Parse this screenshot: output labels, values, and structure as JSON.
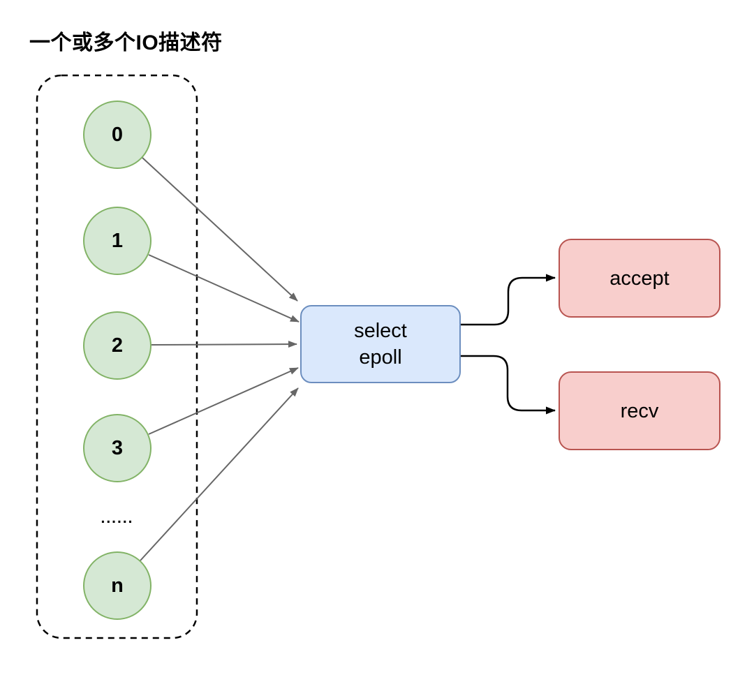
{
  "title": "一个或多个IO描述符",
  "descriptor_group": {
    "items": [
      {
        "id": "fd-0",
        "label": "0"
      },
      {
        "id": "fd-1",
        "label": "1"
      },
      {
        "id": "fd-2",
        "label": "2"
      },
      {
        "id": "fd-3",
        "label": "3"
      },
      {
        "id": "fd-ellipsis",
        "label": "......"
      },
      {
        "id": "fd-n",
        "label": "n"
      }
    ]
  },
  "multiplexer": {
    "lines": [
      "select",
      "epoll"
    ]
  },
  "handlers": [
    {
      "id": "accept",
      "label": "accept"
    },
    {
      "id": "recv",
      "label": "recv"
    }
  ],
  "colors": {
    "background": "#ffffff",
    "circle_fill": "#d5e8d4",
    "circle_stroke": "#82b366",
    "select_fill": "#dae8fc",
    "select_stroke": "#6c8ebf",
    "handler_fill": "#f8cecc",
    "handler_stroke": "#b85450",
    "fan_in_arrow": "#666666",
    "fan_out_arrow": "#000000",
    "container_dash": "#000000",
    "text": "#000000"
  }
}
